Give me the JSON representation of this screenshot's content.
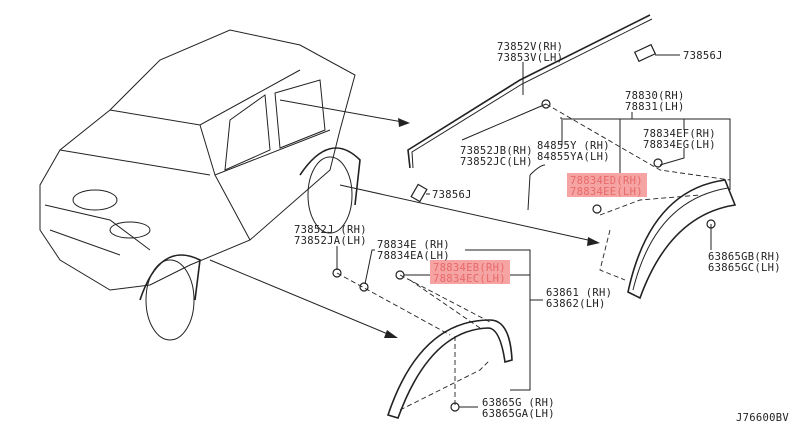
{
  "diagram_code": "J76600BV",
  "highlight_color": "#f5a3a3",
  "labels": {
    "roof_molding": [
      "73852V(RH)",
      "73853V(LH)"
    ],
    "clip_top": "73856J",
    "fender_rear_assy": [
      "78830(RH)",
      "78831(LH)"
    ],
    "roof_clip": [
      "73852JB(RH)",
      "73852JC(LH)"
    ],
    "seal": [
      "84855Y (RH)",
      "84855YA(LH)"
    ],
    "rear_clip_ef": [
      "78834EF(RH)",
      "78834EG(LH)"
    ],
    "rear_clip_ed": [
      "78834ED(RH)",
      "78834EE(LH)"
    ],
    "clip_mid": "73856J",
    "rear_screw": [
      "63865GB(RH)",
      "63865GC(LH)"
    ],
    "front_clip_j": [
      "73852J (RH)",
      "73852JA(LH)"
    ],
    "front_clip_e": [
      "78834E (RH)",
      "78834EA(LH)"
    ],
    "front_clip_eb": [
      "78834EB(RH)",
      "78834EC(LH)"
    ],
    "front_fender": [
      "63861 (RH)",
      "63862(LH)"
    ],
    "front_screw": [
      "63865G (RH)",
      "63865GA(LH)"
    ]
  }
}
